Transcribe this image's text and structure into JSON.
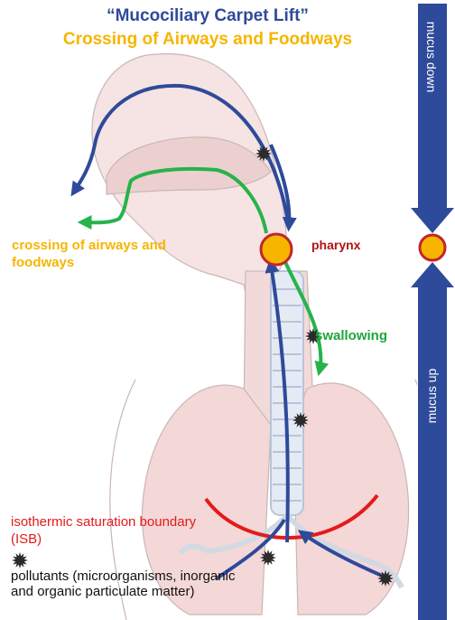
{
  "title_line1": "“Mucociliary Carpet Lift”",
  "title_line2": "Crossing of Airways and Foodways",
  "labels": {
    "crossing": "crossing of airways and foodways",
    "pharynx": "pharynx",
    "swallowing": "swallowing",
    "isb": "isothermic saturation boundary (ISB)",
    "pollutants": "pollutants (microorganisms, inorganic  and organic particulate matter)"
  },
  "side_bar": {
    "top": "mucus down",
    "bottom": "mucus up"
  },
  "colors": {
    "airway_arrow": "#2e4a9a",
    "food_arrow": "#27b34a",
    "isb_line": "#e31b1b",
    "pharynx_marker": "#f7b500",
    "pharynx_outline": "#c0262d",
    "anatomy_fill": "#f3dede"
  },
  "icons": [
    "pollutant-particle-icon"
  ]
}
